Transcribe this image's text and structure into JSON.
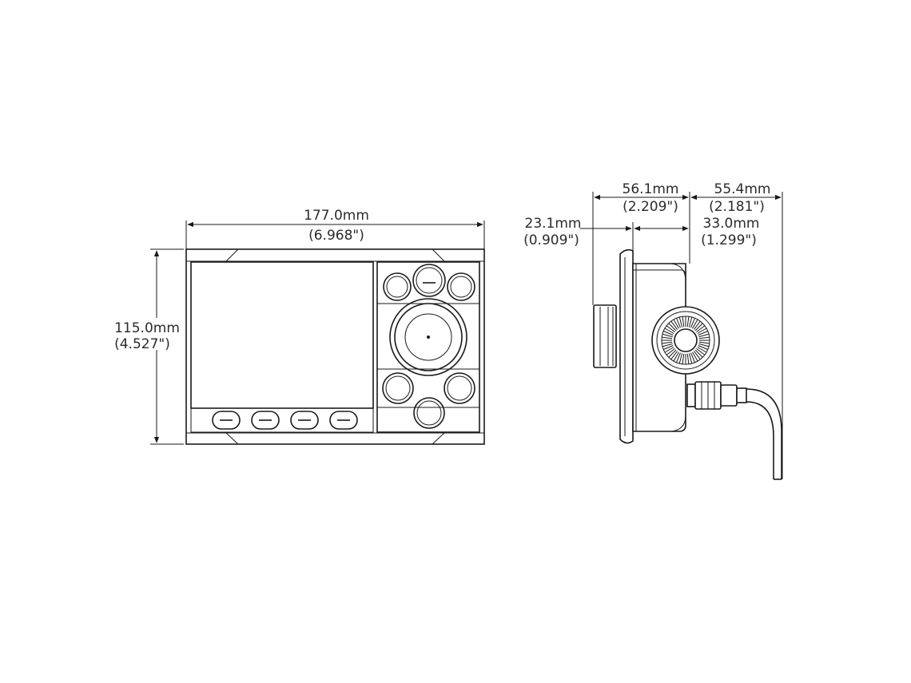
{
  "front_view": {
    "width_mm": "177.0mm",
    "width_in": "(6.968\")",
    "height_mm": "115.0mm",
    "height_in": "(4.527\")"
  },
  "side_view": {
    "depth_total_mm": "56.1mm",
    "depth_total_in": "(2.209\")",
    "depth_rear_mm": "55.4mm",
    "depth_rear_in": "(2.181\")",
    "front_protrusion_mm": "23.1mm",
    "front_protrusion_in": "(0.909\")",
    "body_depth_mm": "33.0mm",
    "body_depth_in": "(1.299\")"
  },
  "colors": {
    "line": "#1a1a1a",
    "text": "#2b2b2b"
  }
}
